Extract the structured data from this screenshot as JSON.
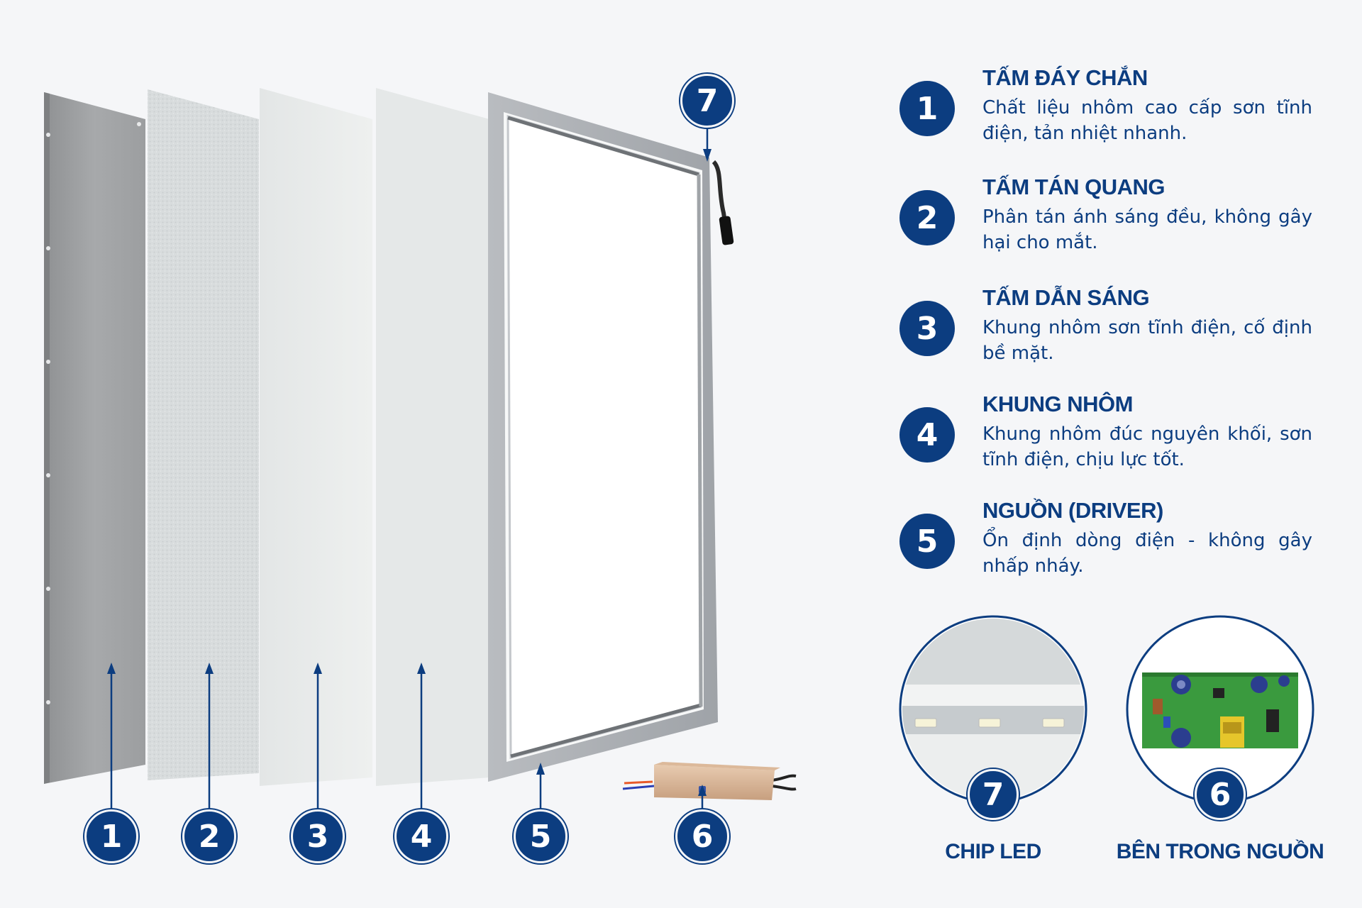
{
  "items": [
    {
      "num": "1",
      "title": "TẤM ĐÁY CHẮN",
      "desc": "Chất liệu nhôm cao cấp sơn tĩnh điện, tản nhiệt nhanh."
    },
    {
      "num": "2",
      "title": "TẤM TÁN QUANG",
      "desc": "Phân tán ánh sáng đều, không gây hại cho mắt."
    },
    {
      "num": "3",
      "title": "TẤM DẪN SÁNG",
      "desc": "Khung nhôm sơn tĩnh điện, cố định bề mặt."
    },
    {
      "num": "4",
      "title": "KHUNG NHÔM",
      "desc": "Khung nhôm đúc nguyên khối, sơn tĩnh điện, chịu lực tốt."
    },
    {
      "num": "5",
      "title": "NGUỒN (DRIVER)",
      "desc": "Ổn định dòng điện - không gây nhấp nháy."
    }
  ],
  "diagram_labels": [
    "1",
    "2",
    "3",
    "4",
    "5",
    "6",
    "7"
  ],
  "insets": [
    {
      "num": "7",
      "caption": "CHIP LED"
    },
    {
      "num": "6",
      "caption": "BÊN TRONG NGUỒN"
    }
  ],
  "colors": {
    "accent": "#0c3d80",
    "background": "#f5f6f8"
  }
}
